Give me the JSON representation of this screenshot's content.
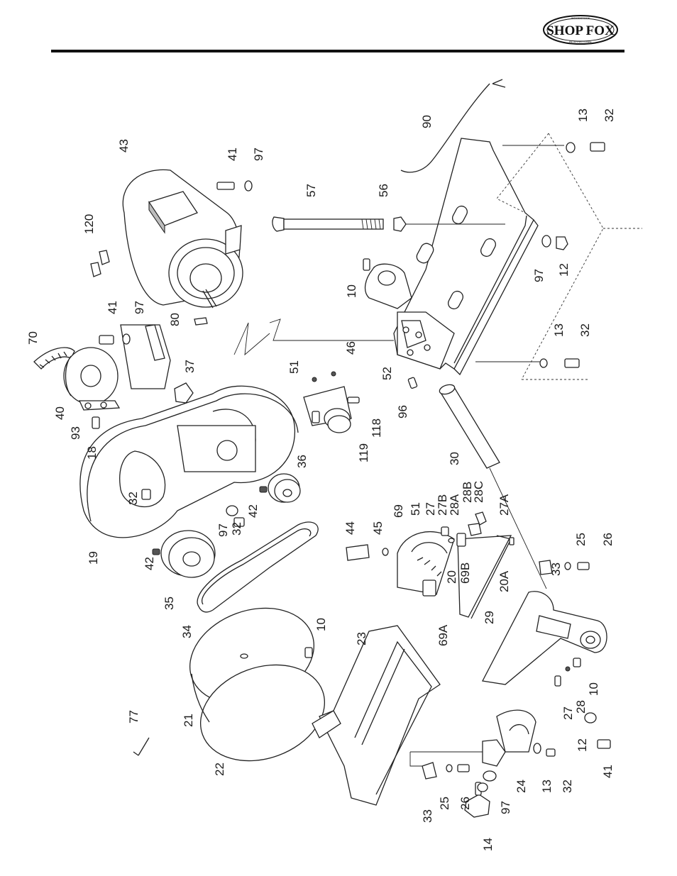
{
  "header": {
    "logo_text": "SHOP FOX",
    "logo_top_text": "WOODSTOCK",
    "logo_bottom_text": "INTERNATIONAL"
  },
  "part_labels": [
    "90",
    "13",
    "32",
    "43",
    "41",
    "97",
    "57",
    "56",
    "120",
    "10",
    "97",
    "12",
    "13",
    "32",
    "52",
    "70",
    "41",
    "97",
    "80",
    "46",
    "51",
    "37",
    "40",
    "93",
    "18",
    "96",
    "119",
    "118",
    "30",
    "32",
    "36",
    "42",
    "97",
    "32",
    "44",
    "45",
    "69",
    "51",
    "27",
    "27B",
    "28A",
    "28B",
    "28C",
    "27A",
    "25",
    "26",
    "33",
    "20",
    "69B",
    "20A",
    "19",
    "42",
    "35",
    "34",
    "69A",
    "29",
    "10",
    "23",
    "10",
    "21",
    "28",
    "27",
    "77",
    "12",
    "41",
    "22",
    "32",
    "13",
    "24",
    "97",
    "33",
    "25",
    "26",
    "14"
  ]
}
